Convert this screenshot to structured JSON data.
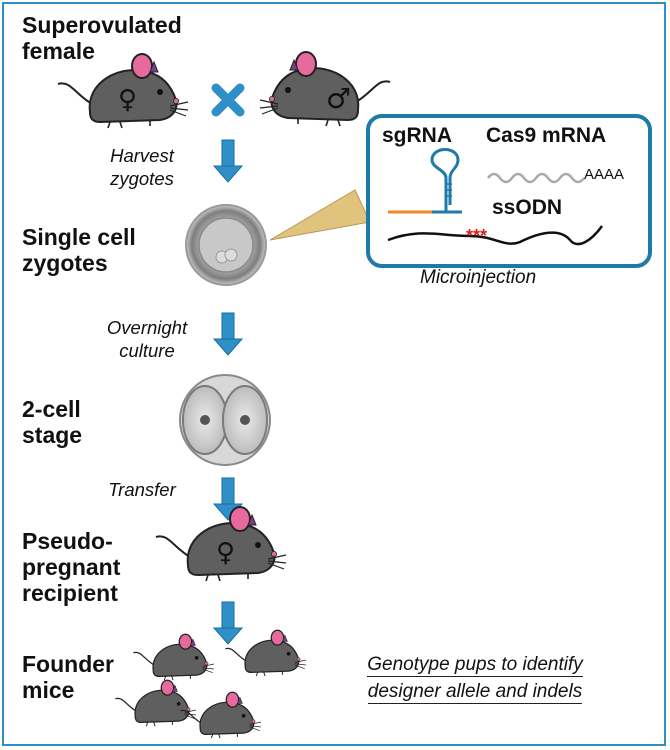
{
  "stages": {
    "superovulated": "Superovulated\nfemale",
    "zygotes": "Single cell\nzygotes",
    "two_cell": "2-cell\nstage",
    "recipient": "Pseudo-\npregnant\nrecipient",
    "founder": "Founder\nmice"
  },
  "steps": {
    "harvest": "Harvest\nzygotes",
    "culture": "Overnight\nculture",
    "transfer": "Transfer"
  },
  "injection": {
    "sgrna": "sgRNA",
    "cas9": "Cas9 mRNA",
    "polya": "AAAA",
    "ssodn": "ssODN",
    "mutation": "***",
    "caption": "Microinjection"
  },
  "genotype": {
    "line1": "Genotype pups to identify",
    "line2": "designer allele and indels"
  },
  "icons": [
    "female-symbol-icon",
    "male-symbol-icon",
    "cross-icon",
    "down-arrow-icon"
  ],
  "colors": {
    "accent": "#2f8fc8",
    "mouse_body": "#5f5f5f",
    "ear_pink": "#e8699e",
    "sgrna_orange": "#f08a2a",
    "mutation_red": "#d62020"
  }
}
